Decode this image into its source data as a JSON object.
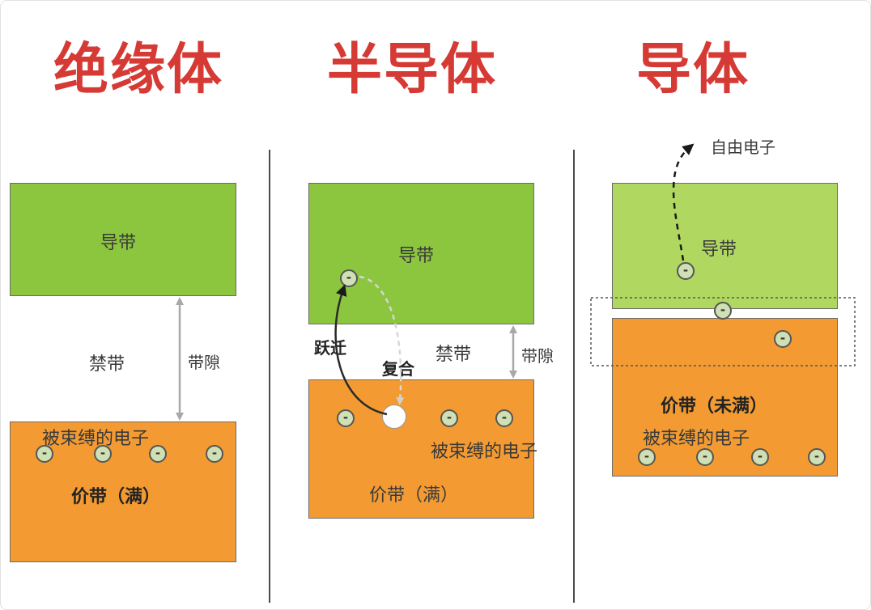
{
  "titles": {
    "insulator": "绝缘体",
    "semiconductor": "半导体",
    "conductor": "导体"
  },
  "insulator": {
    "conduction_band": "导带",
    "forbidden_band": "禁带",
    "band_gap": "带隙",
    "bound_electrons": "被束缚的电子",
    "valence_band": "价带（满）",
    "electron_symbol": "-"
  },
  "semiconductor": {
    "conduction_band": "导带",
    "forbidden_band": "禁带",
    "band_gap": "带隙",
    "transition": "跃迁",
    "recombination": "复合",
    "bound_electrons": "被束缚的电子",
    "valence_band": "价带（满）",
    "electron_symbol": "-"
  },
  "conductor": {
    "free_electron": "自由电子",
    "conduction_band": "导带",
    "valence_band": "价带（未满）",
    "bound_electrons": "被束缚的电子",
    "electron_symbol": "-"
  },
  "colors": {
    "title": "#d63a34",
    "conduction_band": "#8cc63f",
    "conductor_conduction_band": "#b0d860",
    "valence_band": "#f39b32"
  }
}
